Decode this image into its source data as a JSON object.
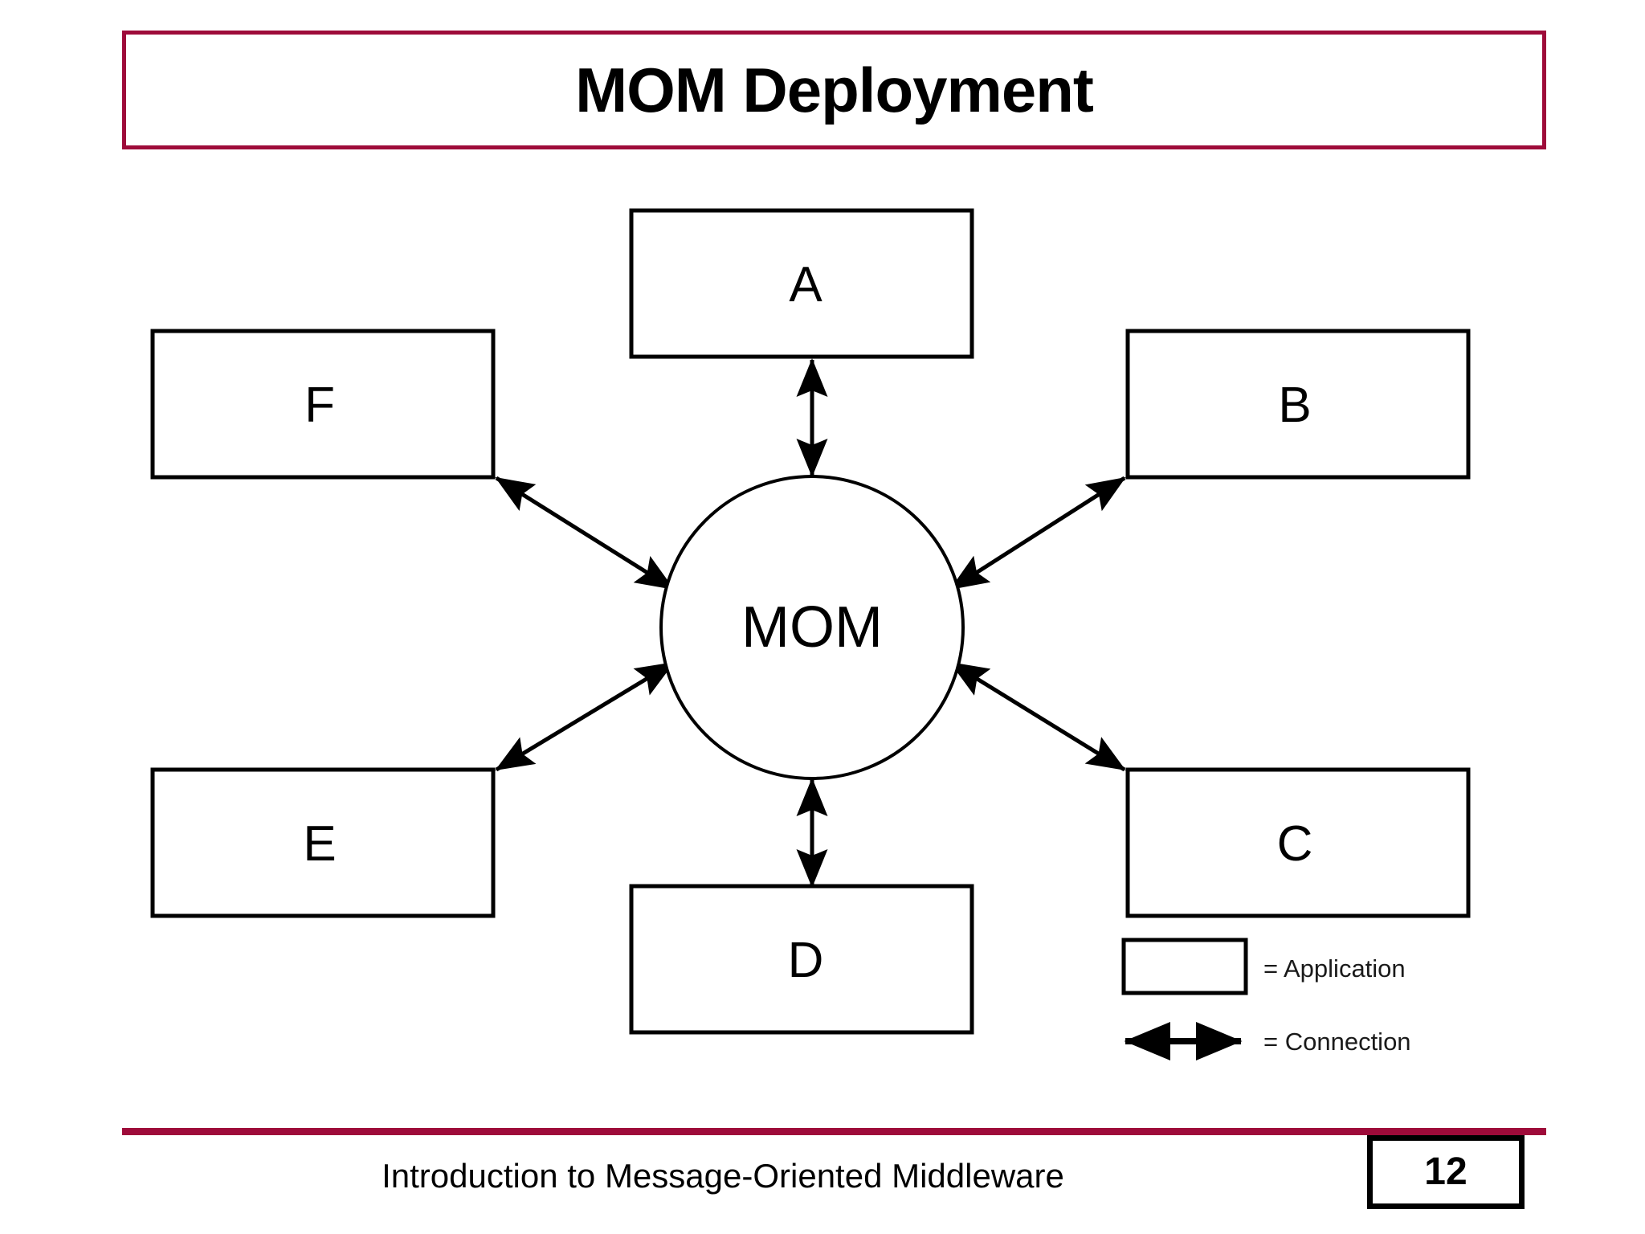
{
  "slide": {
    "title": "MOM Deployment",
    "accent_color": "#9e0b3a",
    "background_color": "#ffffff",
    "line_color": "#000000"
  },
  "diagram": {
    "type": "hub-and-spoke",
    "hub": {
      "label": "MOM",
      "shape": "circle"
    },
    "nodes": [
      {
        "id": "A",
        "label": "A",
        "position": "top"
      },
      {
        "id": "B",
        "label": "B",
        "position": "upper-right"
      },
      {
        "id": "C",
        "label": "C",
        "position": "lower-right"
      },
      {
        "id": "D",
        "label": "D",
        "position": "bottom"
      },
      {
        "id": "E",
        "label": "E",
        "position": "lower-left"
      },
      {
        "id": "F",
        "label": "F",
        "position": "upper-left"
      }
    ],
    "connections": [
      {
        "from": "A",
        "to": "MOM",
        "arrow": "double"
      },
      {
        "from": "B",
        "to": "MOM",
        "arrow": "double"
      },
      {
        "from": "C",
        "to": "MOM",
        "arrow": "double"
      },
      {
        "from": "D",
        "to": "MOM",
        "arrow": "double"
      },
      {
        "from": "E",
        "to": "MOM",
        "arrow": "double"
      },
      {
        "from": "F",
        "to": "MOM",
        "arrow": "double"
      }
    ]
  },
  "legend": {
    "items": [
      {
        "symbol": "rectangle",
        "text": "= Application"
      },
      {
        "symbol": "double-arrow",
        "text": "= Connection"
      }
    ]
  },
  "footer": {
    "text": "Introduction to Message-Oriented Middleware",
    "page_number": "12"
  }
}
